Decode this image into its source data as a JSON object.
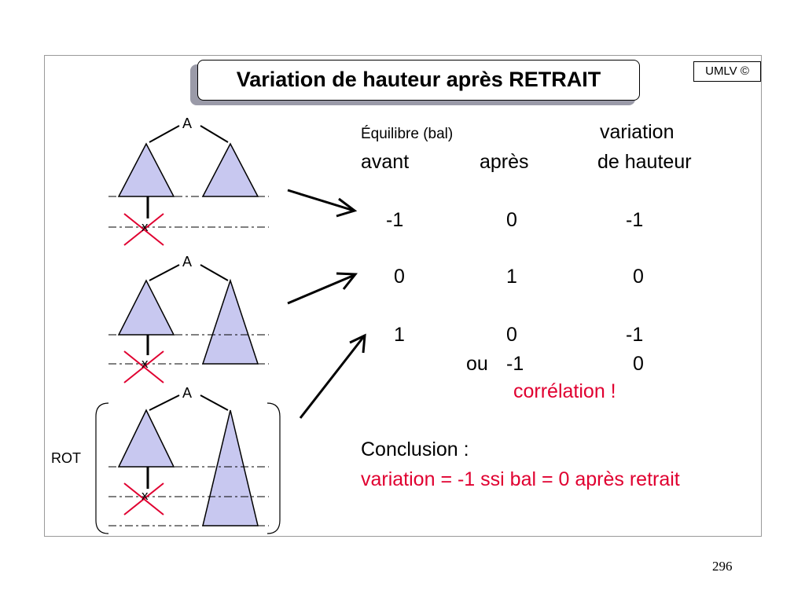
{
  "slide": {
    "title": "Variation de hauteur après RETRAIT",
    "badge": "UMLV ©",
    "page_number": "296"
  },
  "diagram": {
    "node_label": "A",
    "removed_label": "x",
    "rotation_label": "ROT"
  },
  "table": {
    "header_equilibre": "Équilibre (bal)",
    "header_variation": "variation",
    "header_avant": "avant",
    "header_apres": "après",
    "header_de_hauteur": "de hauteur",
    "rows": [
      {
        "avant": "-1",
        "apres": "0",
        "variation": "-1"
      },
      {
        "avant": "0",
        "apres": "1",
        "variation": "0"
      },
      {
        "avant": "1",
        "apres": "0",
        "variation": "-1"
      }
    ],
    "alt_prefix": "ou",
    "alt_apres": "-1",
    "alt_variation": "0",
    "correlation": "corrélation !"
  },
  "conclusion": {
    "label": "Conclusion :",
    "text": "variation = -1 ssi bal = 0 après retrait"
  },
  "colors": {
    "triangle_fill": "#c8c8f0",
    "accent_red": "#e00030",
    "title_shadow": "#9a9aa8"
  }
}
